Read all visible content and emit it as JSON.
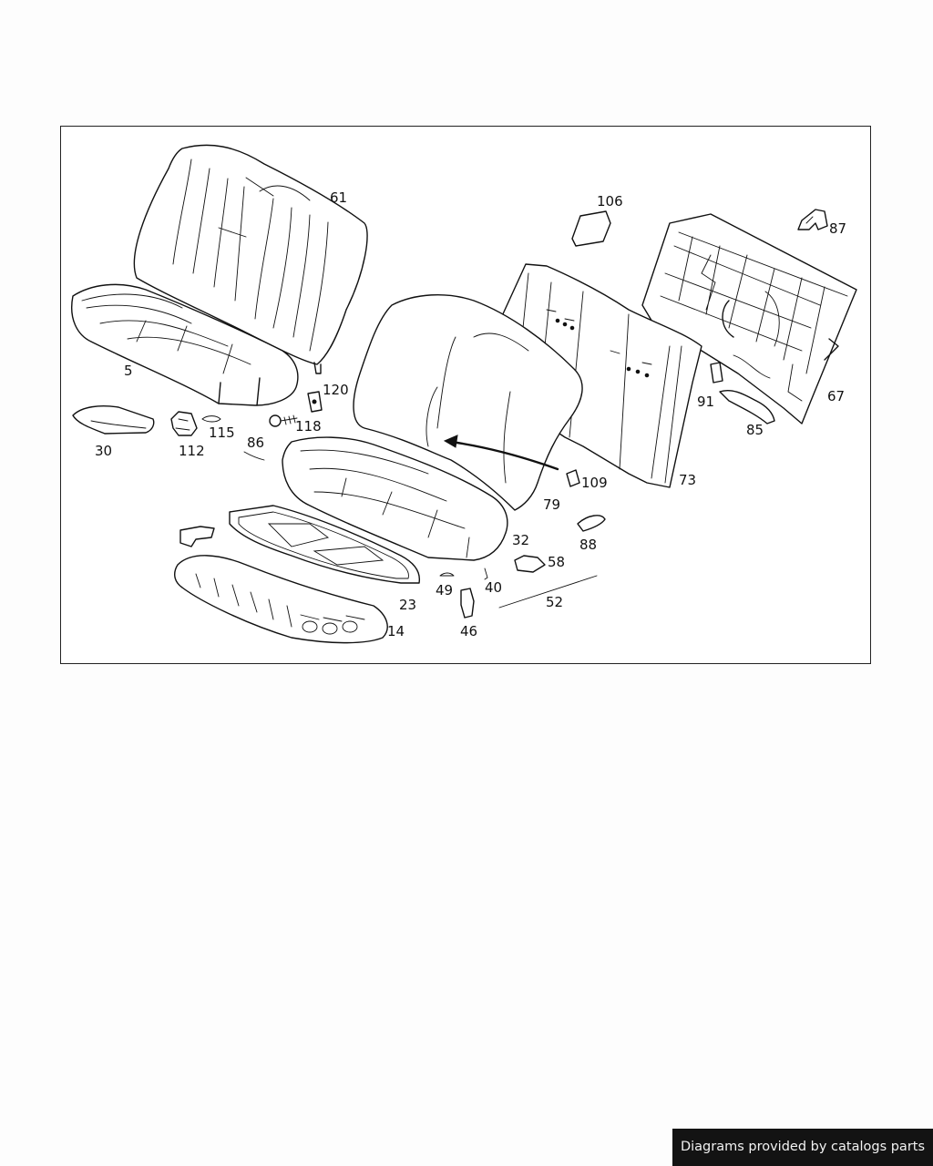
{
  "diagram": {
    "callouts": [
      "61",
      "106",
      "87",
      "5",
      "120",
      "91",
      "67",
      "30",
      "112",
      "115",
      "118",
      "86",
      "85",
      "73",
      "109",
      "79",
      "32",
      "88",
      "58",
      "23",
      "49",
      "40",
      "52",
      "46",
      "14"
    ]
  },
  "footer": {
    "credit": "Diagrams provided by catalogs parts"
  }
}
